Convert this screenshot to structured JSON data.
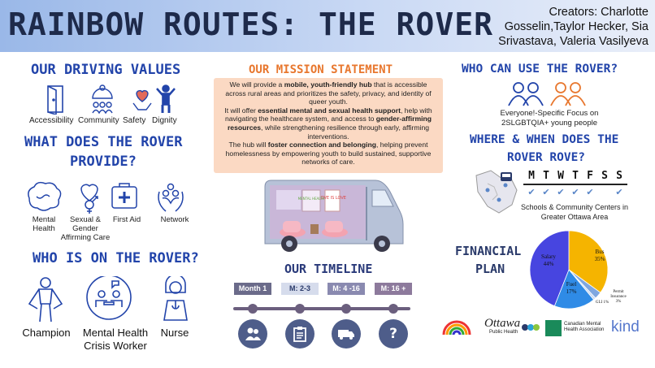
{
  "header": {
    "title": "RAINBOW ROUTES: THE ROVER",
    "creators": "Creators: Charlotte Gosselin,Taylor Hecker, Sia Srivastava, Valeria Vasilyeva"
  },
  "values": {
    "title": "OUR DRIVING VALUES",
    "items": [
      "Accessibility",
      "Community",
      "Safety",
      "Dignity"
    ]
  },
  "provide": {
    "title_line1": "WHAT DOES THE ROVER",
    "title_line2": "PROVIDE?",
    "items": [
      "Mental\nHealth",
      "Sexual &\nGender\nAffirming Care",
      "First Aid",
      "Network"
    ]
  },
  "staff": {
    "title": "WHO IS ON THE ROVER?",
    "items": [
      "Champion",
      "Mental Health\nCrisis Worker",
      "Nurse"
    ]
  },
  "mission": {
    "title": "OUR MISSION STATEMENT",
    "p1_a": "We will provide a ",
    "p1_b": "mobile, youth-friendly hub",
    "p1_c": " that is accessible across rural areas and prioritizes the safety, privacy, and identity of queer youth.",
    "p2_a": "It will offer ",
    "p2_b": "essential mental and sexual health support",
    "p2_c": ", help with navigating the healthcare system, and access to ",
    "p2_d": "gender-affirming resources",
    "p2_e": ", while strengthening resilience through early, affirming interventions.",
    "p3_a": "The hub will ",
    "p3_b": "foster connection and belonging",
    "p3_c": ", helping prevent homelessness by empowering youth to build sustained, supportive networks of care."
  },
  "van": {
    "poster1": "MENTAL HEALTH",
    "poster2": "LOVE IS LOVE"
  },
  "timeline": {
    "title": "OUR TIMELINE",
    "tabs": [
      "Month 1",
      "M: 2-3",
      "M: 4 -16",
      "M: 16 +"
    ],
    "icons": [
      "people-icon",
      "clipboard-icon",
      "truck-icon",
      "question-icon"
    ],
    "question_glyph": "?"
  },
  "who": {
    "title": "WHO CAN USE THE ROVER?",
    "desc": "Everyone!-Specific Focus on 2SLGBTQIA+ young people"
  },
  "where": {
    "title_line1": "WHERE & WHEN DOES THE",
    "title_line2": "ROVER ROVE?",
    "days": [
      "M",
      "T",
      "W",
      "T",
      "F",
      "S",
      "S"
    ],
    "checked": [
      true,
      true,
      true,
      true,
      true,
      false,
      true
    ],
    "desc": "Schools & Community Centers in Greater Ottawa Area"
  },
  "financial": {
    "title_line1": "FINANCIAL",
    "title_line2": "PLAN"
  },
  "chart_data": {
    "type": "pie",
    "slices": [
      {
        "label": "Bus",
        "value": 35,
        "display": "35%",
        "color": "#f5b400"
      },
      {
        "label": "Permit Insurance",
        "value": 3,
        "display": "3%",
        "color": "#7fa7e0"
      },
      {
        "label": "GLI",
        "value": 1,
        "display": "1%",
        "color": "#c9d9f2"
      },
      {
        "label": "Fuel",
        "value": 17,
        "display": "17%",
        "color": "#2f8be6"
      },
      {
        "label": "Salary",
        "value": 44,
        "display": "44%",
        "color": "#4745e0"
      }
    ]
  },
  "logos": {
    "ottawa": "Ottawa",
    "ottawa_sub": "Public Health",
    "cmha": "Canadian Mental Health Association",
    "kind": "kind"
  }
}
